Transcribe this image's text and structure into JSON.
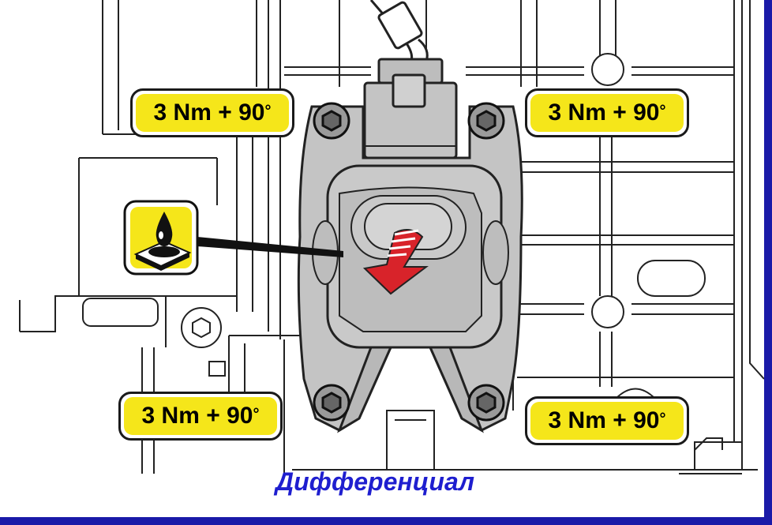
{
  "torque_specs": {
    "top_left": "3 Nm + 90",
    "top_right": "3 Nm + 90",
    "bottom_left": "3 Nm + 90",
    "bottom_right": "3 Nm + 90",
    "degree_symbol": "°"
  },
  "caption": "Дифференциал",
  "icons": {
    "sealant": "oil-drop-on-surface-icon",
    "direction_arrow": "striped-red-arrow-icon",
    "bolt": "bolt-icon"
  },
  "colors": {
    "badge_fill": "#f5e61a",
    "part_fill": "#c4c4c4",
    "arrow_red": "#d8232a",
    "caption_text": "#1e1ecf",
    "frame": "#1a1aa8"
  }
}
